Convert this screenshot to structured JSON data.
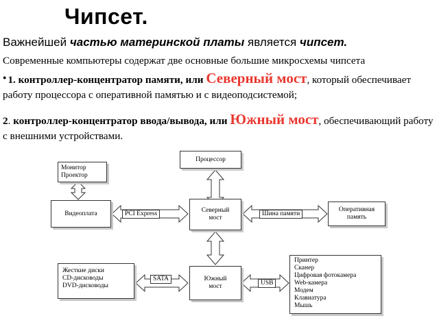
{
  "slide": {
    "title": "Чипсет.",
    "lead": {
      "part1": "Важнейшей ",
      "part2": "частью материнской платы",
      "part3": " является ",
      "part4": "чипсет."
    },
    "intro": "Современные компьютеры содержат две основные большие микросхемы чипсета",
    "item1": {
      "bold": "1. контроллер-концентратор памяти, или ",
      "highlight": "Северный мост",
      "rest": ", который обеспечивает работу процессора с оперативной памятью и с видеоподсистемой;"
    },
    "item2": {
      "number": "2",
      "dot": ". ",
      "bold": "контроллер-концентратор ввода/вывода, или ",
      "highlight": "Южный мост",
      "rest": ", обеспечивающий работу с внешними устройствами."
    }
  },
  "diagram": {
    "processor": "Процессор",
    "monitor": [
      "Монитор",
      "Проектор"
    ],
    "videocard": "Видеоплата",
    "pci": "PCI Express",
    "north": [
      "Северный",
      "мост"
    ],
    "membus": "Шина памяти",
    "ram": [
      "Оперативная",
      "память"
    ],
    "disks": [
      "Жесткие диски",
      "CD-дисководы",
      "DVD-дисководы"
    ],
    "sata": "SATA",
    "south": [
      "Южный",
      "мост"
    ],
    "usb": "USB",
    "devices": [
      "Принтер",
      "Сканер",
      "Цифровая фотокамера",
      "Web-камера",
      "Модем",
      "Клавиатура",
      "Мышь"
    ]
  },
  "colors": {
    "highlight": "#e8382f",
    "arrow_fill": "#ffffff",
    "arrow_stroke": "#333333"
  }
}
